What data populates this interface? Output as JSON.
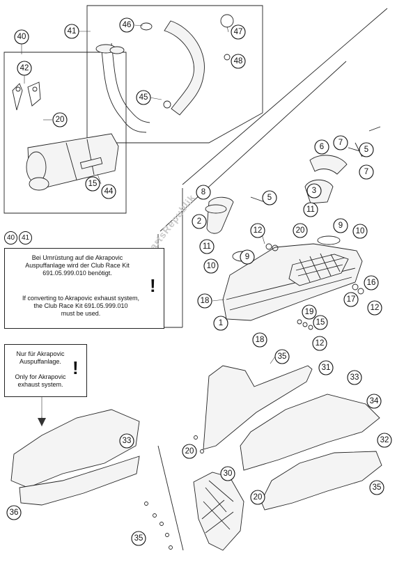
{
  "callouts": {
    "c40": "40",
    "c41": "41",
    "c42": "42",
    "c20": "20",
    "c15": "15",
    "c44": "44",
    "c46": "46",
    "c47": "47",
    "c48": "48",
    "c45": "45",
    "c6": "6",
    "c7a": "7",
    "c5a": "5",
    "c7b": "7",
    "c8": "8",
    "c5b": "5",
    "c3": "3",
    "c2": "2",
    "c11a": "11",
    "c12a": "12",
    "c20b": "20",
    "c9a": "9",
    "c11b": "11",
    "c9b": "9",
    "c10a": "10",
    "c10b": "10",
    "c16": "16",
    "c17": "17",
    "c12b": "12",
    "c18a": "18",
    "c1": "1",
    "c19": "19",
    "c15b": "15",
    "c12c": "12",
    "c18b": "18",
    "c35a": "35",
    "c31": "31",
    "c33a": "33",
    "c34": "34",
    "c32": "32",
    "c20c": "20",
    "c33b": "33",
    "c36": "36",
    "c30": "30",
    "c20d": "20",
    "c35b": "35",
    "c35c": "35"
  },
  "note_box": {
    "tag_a": "40",
    "tag_b": "41",
    "text_de_1": "Bei Umrüstung auf die Akrapovic",
    "text_de_2": "Auspuffanlage wird der Club Race Kit",
    "text_de_3": "691.05.999.010 benötigt.",
    "text_en_1": "If converting to Akrapovic exhaust system,",
    "text_en_2": "the Club Race Kit 691.05.999.010",
    "text_en_3": "must be used.",
    "mark": "!"
  },
  "akra_box": {
    "text_de_1": "Nur für Akrapovic",
    "text_de_2": "Auspuffanlage.",
    "text_en_1": "Only for Akrapovic",
    "text_en_2": "exhaust system.",
    "mark": "!"
  },
  "watermark": "PartsRepublik"
}
